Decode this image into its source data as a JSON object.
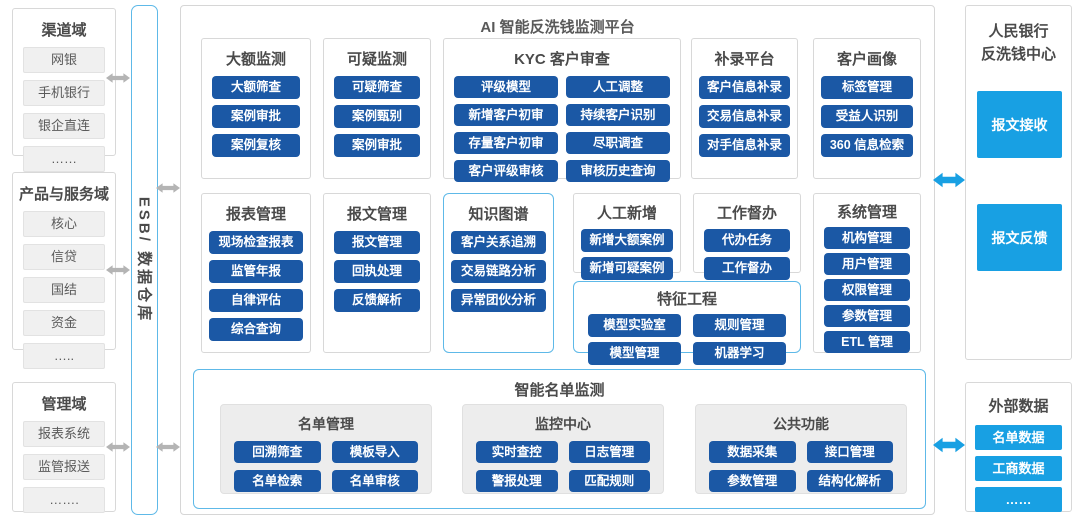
{
  "colors": {
    "primary_blue": "#1b58a5",
    "bright_blue": "#18a0e3",
    "light_blue_border": "#5eb9e8",
    "gray_arrow": "#b4b4b4"
  },
  "left": {
    "domains": [
      {
        "title": "渠道域",
        "items": [
          "网银",
          "手机银行",
          "银企直连",
          "……"
        ]
      },
      {
        "title": "产品与服务域",
        "items": [
          "核心",
          "信贷",
          "国结",
          "资金",
          "….."
        ]
      },
      {
        "title": "管理域",
        "items": [
          "报表系统",
          "监管报送",
          "……."
        ]
      }
    ]
  },
  "esb": {
    "label": "ESB/ 数据仓库"
  },
  "platform": {
    "title": "AI 智能反洗钱监测平台",
    "row1": [
      {
        "title": "大额监测",
        "items": [
          "大额筛查",
          "案例审批",
          "案例复核"
        ]
      },
      {
        "title": "可疑监测",
        "items": [
          "可疑筛查",
          "案例甄别",
          "案例审批"
        ]
      },
      {
        "title": "KYC 客户审查",
        "items": [
          "评级模型",
          "人工调整",
          "新增客户初审",
          "持续客户识别",
          "存量客户初审",
          "尽职调查",
          "客户评级审核",
          "审核历史查询"
        ]
      },
      {
        "title": "补录平台",
        "items": [
          "客户信息补录",
          "交易信息补录",
          "对手信息补录"
        ]
      },
      {
        "title": "客户画像",
        "items": [
          "标签管理",
          "受益人识别",
          "360 信息检索"
        ]
      }
    ],
    "row2": [
      {
        "title": "报表管理",
        "items": [
          "现场检查报表",
          "监管年报",
          "自律评估",
          "综合查询"
        ]
      },
      {
        "title": "报文管理",
        "items": [
          "报文管理",
          "回执处理",
          "反馈解析"
        ]
      },
      {
        "title": "知识图谱",
        "items": [
          "客户关系追溯",
          "交易链路分析",
          "异常团伙分析"
        ]
      },
      {
        "title": "人工新增",
        "items": [
          "新增大额案例",
          "新增可疑案例"
        ]
      },
      {
        "title": "工作督办",
        "items": [
          "代办任务",
          "工作督办"
        ]
      },
      {
        "title": "特征工程",
        "items": [
          "模型实验室",
          "规则管理",
          "模型管理",
          "机器学习"
        ]
      },
      {
        "title": "系统管理",
        "items": [
          "机构管理",
          "用户管理",
          "权限管理",
          "参数管理",
          "ETL 管理"
        ]
      }
    ],
    "smart_list": {
      "title": "智能名单监测",
      "groups": [
        {
          "title": "名单管理",
          "items": [
            "回溯筛查",
            "模板导入",
            "名单检索",
            "名单审核"
          ]
        },
        {
          "title": "监控中心",
          "items": [
            "实时查控",
            "日志管理",
            "警报处理",
            "匹配规则"
          ]
        },
        {
          "title": "公共功能",
          "items": [
            "数据采集",
            "接口管理",
            "参数管理",
            "结构化解析"
          ]
        }
      ]
    }
  },
  "right": {
    "pboc": {
      "title_line1": "人民银行",
      "title_line2": "反洗钱中心",
      "items": [
        "报文接收",
        "报文反馈"
      ]
    },
    "external": {
      "title": "外部数据",
      "items": [
        "名单数据",
        "工商数据",
        "……"
      ]
    }
  }
}
